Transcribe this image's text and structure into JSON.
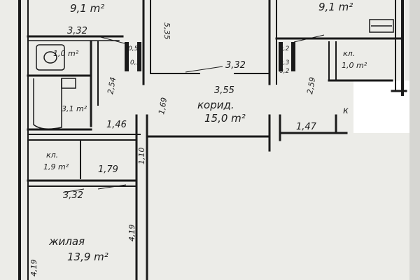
{
  "plan": {
    "background_color": "#e9e9e6",
    "wall_color": "#1a1a1a",
    "rooms": {
      "room_top_left": "9,1 m²",
      "room_top_right": "9,1 m²",
      "bathroom": "1,0 m²",
      "bath": "3,1 m²",
      "closet_left_label": "кл.",
      "closet_left": "1,9 m²",
      "closet_right_label": "кл.",
      "closet_right": "1,0 m²",
      "corridor_label": "корид.",
      "corridor": "15,0 m²",
      "living_label": "жилая",
      "living": "13,9 m²"
    },
    "dimensions": {
      "top_left_width": "3,32",
      "middle_wall": "3,32",
      "living_top": "3,32",
      "bathroom_side": "2,54",
      "right_side": "2,59",
      "corridor_width": "3,55",
      "door_a": "1,46",
      "door_b": "1,47",
      "door_c": "1,79",
      "vertical_a": "1,69",
      "vertical_b": "1,10",
      "vertical_c": "4,19",
      "vertical_d": "4,19",
      "vertical_e": "5,35",
      "vent_left_1": "0,5",
      "vent_left_2": "0,3",
      "vent_right_1": "0,2",
      "vent_right_2": "0,3",
      "vent_right_3": "0,2"
    },
    "corner_mark": "к"
  }
}
